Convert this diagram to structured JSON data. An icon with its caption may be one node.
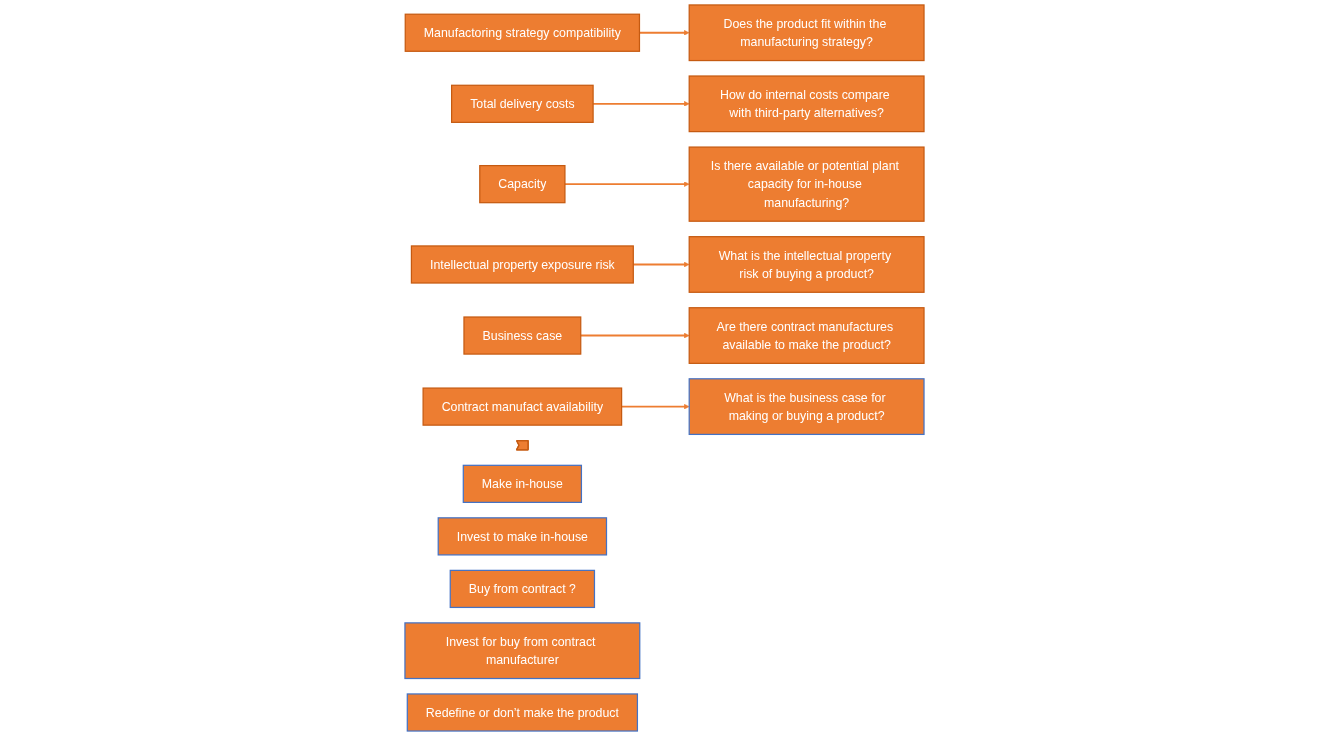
{
  "diagram": {
    "nodes": [
      {
        "text": [
          "Manufactoring strategy compatibility"
        ]
      },
      {
        "text": [
          "Total delivery costs"
        ]
      },
      {
        "text": [
          "Capacity"
        ]
      },
      {
        "text": [
          "Intellectual property exposure risk"
        ]
      },
      {
        "text": [
          "Business case"
        ]
      },
      {
        "text": [
          "Contract manufact availability"
        ]
      },
      {
        "text": [
          "Does the product fit within the manufacturing strategy?"
        ]
      },
      {
        "text": [
          "How do internal costs compare with third-party alternatives?"
        ]
      },
      {
        "text": [
          "Is there available or potential plant capacity for in-house manufacturing?"
        ]
      },
      {
        "text": [
          "What is the intellectual property risk of buying a product?"
        ]
      },
      {
        "text": [
          "Are there contract manufactures available to make the product?"
        ]
      },
      {
        "text": [
          "What is the business case for making or buying a product?"
        ]
      },
      {
        "text": [],
        "shape": "chevron"
      },
      {
        "text": [
          "Make in-house"
        ]
      },
      {
        "text": [
          "Invest to make in-house"
        ]
      },
      {
        "text": [
          "Buy from contract ?"
        ]
      },
      {
        "text": [
          "Invest for buy from contract manufacturer"
        ]
      },
      {
        "text": [
          "Redefine or don’t make the product"
        ]
      }
    ],
    "edges": [
      {
        "from": 0,
        "to": 6,
        "arrow": "to"
      },
      {
        "from": 1,
        "to": 7,
        "arrow": "to"
      },
      {
        "from": 2,
        "to": 8,
        "arrow": "to"
      },
      {
        "from": 3,
        "to": 9,
        "arrow": "to"
      },
      {
        "from": 4,
        "to": 10,
        "arrow": "to"
      },
      {
        "from": 5,
        "to": 11,
        "arrow": "to"
      }
    ]
  }
}
